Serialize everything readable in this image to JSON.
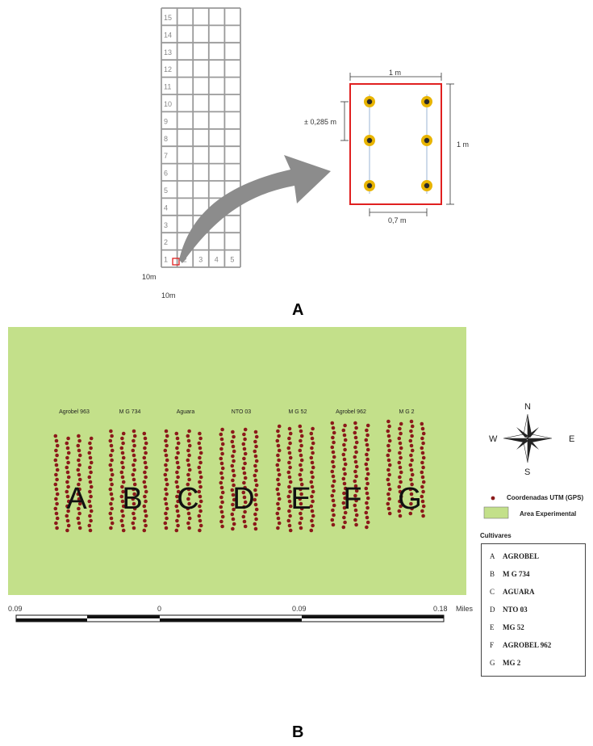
{
  "panel_a": {
    "label": "A",
    "top_cut_text": "”",
    "row_numbers": [
      "15",
      "14",
      "13",
      "12",
      "11",
      "10",
      "9",
      "8",
      "7",
      "6",
      "5",
      "4",
      "3",
      "2",
      "1"
    ],
    "col_numbers": [
      "2",
      "3",
      "4",
      "5"
    ],
    "left_dim": "10m",
    "bottom_dim": "10m",
    "plot_detail": {
      "width_label": "1 m",
      "height_label": "1 m",
      "spacing_label": "± 0,285 m",
      "row_spacing_label": "0,7 m"
    },
    "colors": {
      "grid": "#9a9a9a",
      "highlight": "#e02020",
      "arrow": "#8a8a8a",
      "plant": "#e8b400",
      "plant_center": "#2a2a2a"
    }
  },
  "panel_b": {
    "label": "B",
    "map_color": "#c3e08a",
    "point_color": "#8b1a1a",
    "plot_titles": [
      "Agrobel 963",
      "M G 734",
      "Aguara",
      "NTO 03",
      "M G 52",
      "Agrobel 962",
      "M G 2"
    ],
    "plot_letters": [
      "A",
      "B",
      "C",
      "D",
      "E",
      "F",
      "G"
    ],
    "compass": {
      "n": "N",
      "s": "S",
      "e": "E",
      "w": "W"
    },
    "legend": {
      "points_label": "Coordenadas UTM (GPS)",
      "area_label": "Area Experimental",
      "cultivars_title": "Cultivares",
      "cultivars": [
        {
          "key": "A",
          "name": "AGROBEL"
        },
        {
          "key": "B",
          "name": "M G  734"
        },
        {
          "key": "C",
          "name": "AGUARA"
        },
        {
          "key": "D",
          "name": "NTO 03"
        },
        {
          "key": "E",
          "name": "MG 52"
        },
        {
          "key": "F",
          "name": "AGROBEL 962"
        },
        {
          "key": "G",
          "name": "MG 2"
        }
      ]
    },
    "scalebar": {
      "ticks": [
        "0.09",
        "0",
        "0.09",
        "0.18"
      ],
      "unit": "Miles"
    }
  }
}
